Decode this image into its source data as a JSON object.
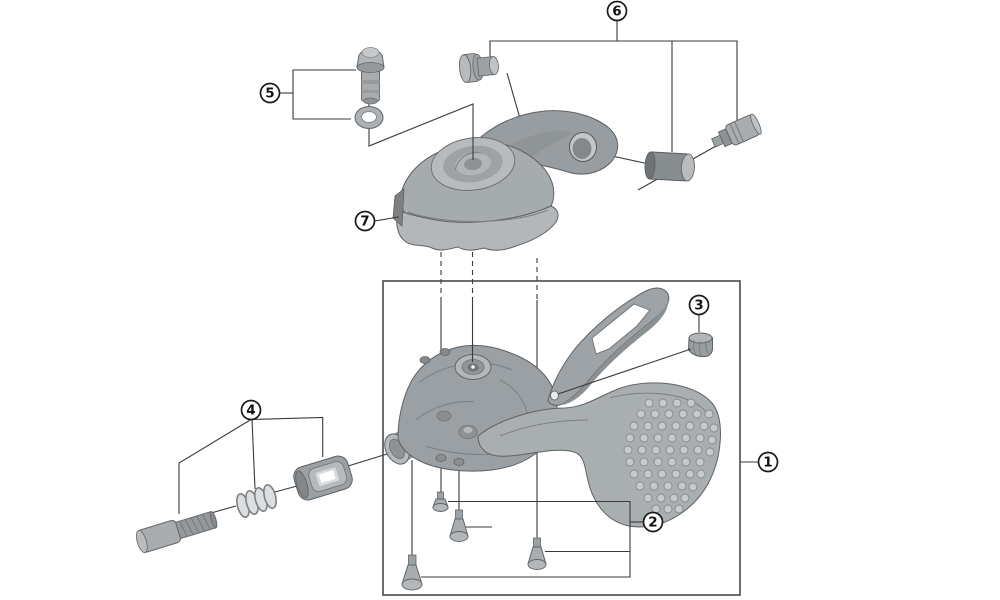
{
  "diagram": {
    "type": "exploded-parts-diagram",
    "subject": "shift-lever-unit-exploded-view",
    "palette": {
      "background": "#ffffff",
      "leader_line": "#3a3a3a",
      "box_stroke": "#4a4a4a",
      "part_mid": "#9aa0a4",
      "part_light": "#b3b7ba",
      "part_dark": "#83878b",
      "callout_stroke": "#1a1a1a",
      "callout_fill": "#ffffff"
    },
    "callouts": [
      {
        "label": "1"
      },
      {
        "label": "2"
      },
      {
        "label": "3"
      },
      {
        "label": "4"
      },
      {
        "label": "5"
      },
      {
        "label": "6"
      },
      {
        "label": "7"
      }
    ]
  }
}
